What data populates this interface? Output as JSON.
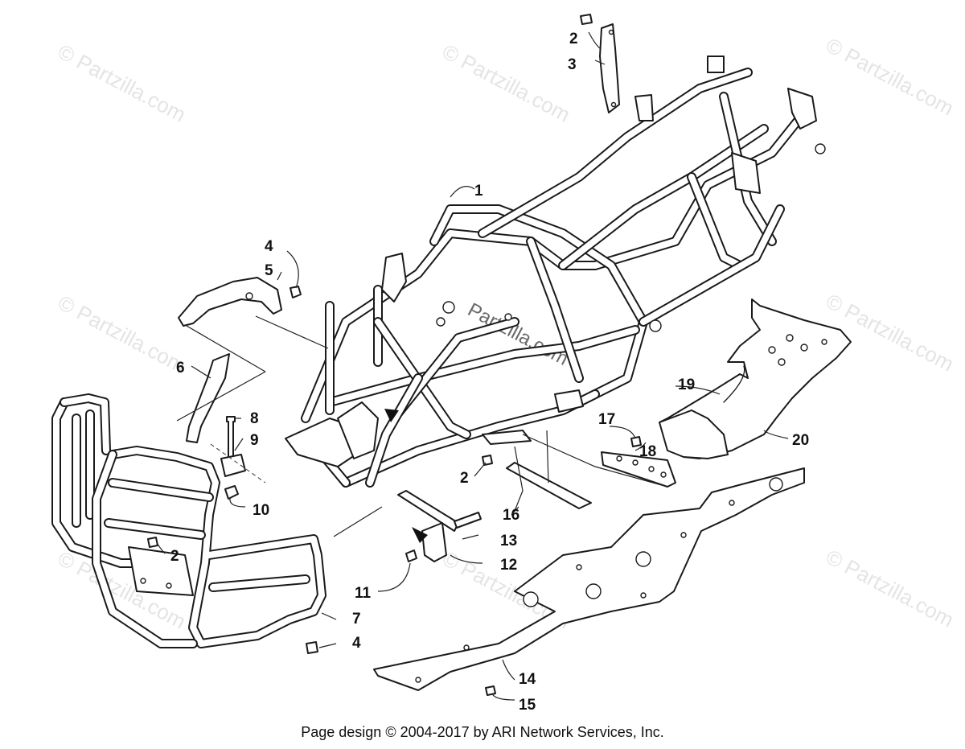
{
  "watermarks": {
    "text": "© Partzilla.com",
    "center_text": "Partzilla.com"
  },
  "callouts": {
    "c1": "1",
    "c2a": "2",
    "c2b": "2",
    "c2c": "2",
    "c3": "3",
    "c4a": "4",
    "c4b": "4",
    "c5": "5",
    "c6": "6",
    "c7": "7",
    "c8": "8",
    "c9": "9",
    "c10": "10",
    "c11": "11",
    "c12": "12",
    "c13": "13",
    "c14": "14",
    "c15": "15",
    "c16": "16",
    "c17": "17",
    "c18": "18",
    "c19": "19",
    "c20": "20"
  },
  "footer": {
    "text": "Page design © 2004-2017 by ARI Network Services, Inc."
  }
}
